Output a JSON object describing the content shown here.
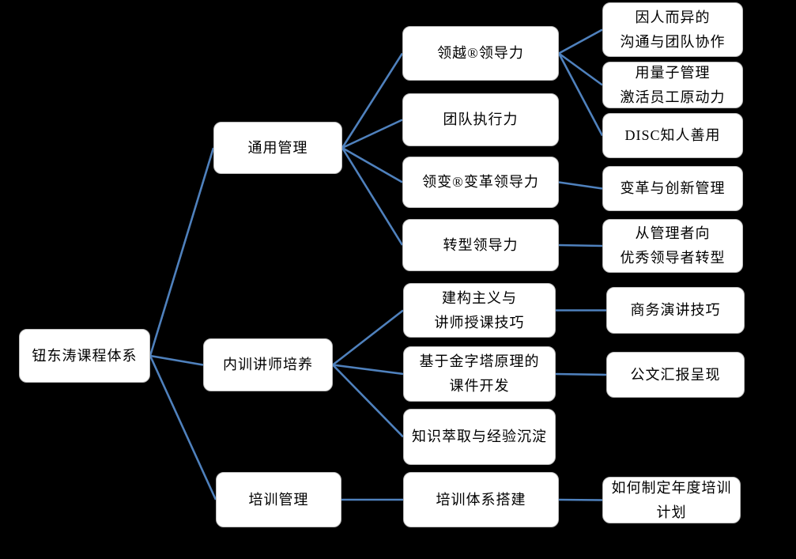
{
  "title": "钮东涛课程体系",
  "colors": {
    "background": "#000000",
    "connector": "#4f81bd",
    "node_fill": "#ffffff",
    "node_border": "#bdbdbd",
    "node_text": "#000000"
  },
  "nodes": {
    "root": {
      "label": "钮东涛课程体系"
    },
    "general_management": {
      "label": "通用管理"
    },
    "internal_trainer": {
      "label": "内训讲师培养"
    },
    "training_management": {
      "label": "培训管理"
    },
    "lingyue_leadership": {
      "label": "领越®领导力"
    },
    "team_execution": {
      "label": "团队执行力"
    },
    "lingbian_change_leadership": {
      "label": "领变®变革领导力"
    },
    "transformation_leadership": {
      "label": "转型领导力"
    },
    "constructivism_teaching": {
      "label": "建构主义与\n讲师授课技巧"
    },
    "pyramid_courseware": {
      "label": "基于金字塔原理的\n课件开发"
    },
    "knowledge_extraction": {
      "label": "知识萃取与经验沉淀"
    },
    "training_system": {
      "label": "培训体系搭建"
    },
    "personalized_communication": {
      "label": "因人而异的\n沟通与团队协作"
    },
    "quantum_management": {
      "label": "用量子管理\n激活员工原动力"
    },
    "disc": {
      "label": "DISC知人善用"
    },
    "change_innovation": {
      "label": "变革与创新管理"
    },
    "manager_to_leader": {
      "label": "从管理者向\n优秀领导者转型"
    },
    "business_presentation": {
      "label": "商务演讲技巧"
    },
    "official_report": {
      "label": "公文汇报呈现"
    },
    "annual_training_plan": {
      "label": "如何制定年度培训\n计划"
    }
  },
  "edges": [
    {
      "from": "root",
      "to": "general_management"
    },
    {
      "from": "root",
      "to": "internal_trainer"
    },
    {
      "from": "root",
      "to": "training_management"
    },
    {
      "from": "general_management",
      "to": "lingyue_leadership"
    },
    {
      "from": "general_management",
      "to": "team_execution"
    },
    {
      "from": "general_management",
      "to": "lingbian_change_leadership"
    },
    {
      "from": "general_management",
      "to": "transformation_leadership"
    },
    {
      "from": "lingyue_leadership",
      "to": "personalized_communication"
    },
    {
      "from": "lingyue_leadership",
      "to": "quantum_management"
    },
    {
      "from": "lingyue_leadership",
      "to": "disc"
    },
    {
      "from": "lingbian_change_leadership",
      "to": "change_innovation"
    },
    {
      "from": "transformation_leadership",
      "to": "manager_to_leader"
    },
    {
      "from": "internal_trainer",
      "to": "constructivism_teaching"
    },
    {
      "from": "internal_trainer",
      "to": "pyramid_courseware"
    },
    {
      "from": "internal_trainer",
      "to": "knowledge_extraction"
    },
    {
      "from": "constructivism_teaching",
      "to": "business_presentation"
    },
    {
      "from": "pyramid_courseware",
      "to": "official_report"
    },
    {
      "from": "training_management",
      "to": "training_system"
    },
    {
      "from": "training_system",
      "to": "annual_training_plan"
    }
  ]
}
